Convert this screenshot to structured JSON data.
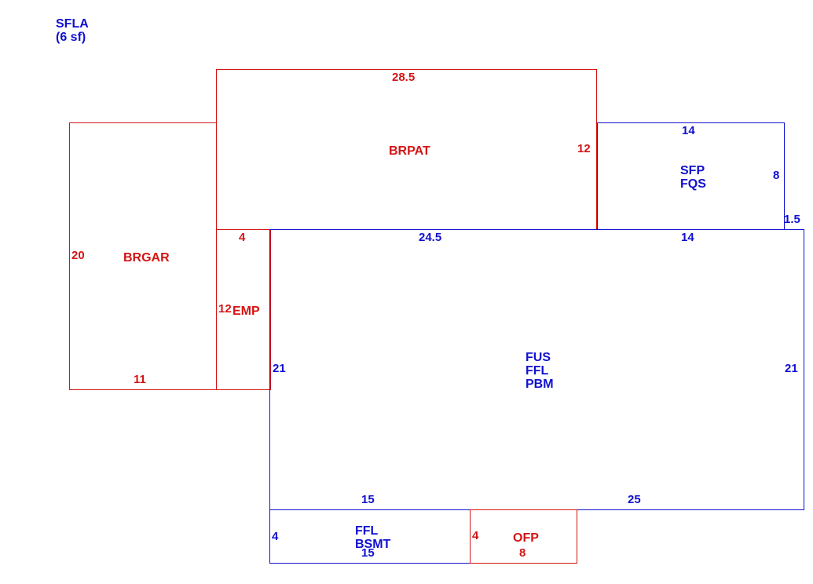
{
  "colors": {
    "blue": "#1010d0",
    "red": "#d41414"
  },
  "header": {
    "line1": "SFLA",
    "line2": "(6 sf)"
  },
  "areas": {
    "brgar": {
      "label": "BRGAR",
      "side_left": "20",
      "side_bottom": "11"
    },
    "brpat": {
      "label": "BRPAT",
      "side_top": "28.5",
      "side_right": "12"
    },
    "emp": {
      "label": "EMP",
      "side_top": "4",
      "side_left": "12"
    },
    "sfp": {
      "labels": [
        "SFP",
        "FQS"
      ],
      "side_top": "14",
      "side_right": "8",
      "offset": "1.5",
      "side_bottom": "14"
    },
    "main": {
      "labels": [
        "FUS",
        "FFL",
        "PBM"
      ],
      "side_top": "24.5",
      "side_left": "21",
      "side_right": "21",
      "side_bottom_a": "15",
      "side_bottom_b": "25"
    },
    "ffl": {
      "labels": [
        "FFL",
        "BSMT"
      ],
      "side_left": "4",
      "side_bottom": "15"
    },
    "ofp": {
      "label": "OFP",
      "side_left": "4",
      "side_bottom": "8"
    }
  }
}
